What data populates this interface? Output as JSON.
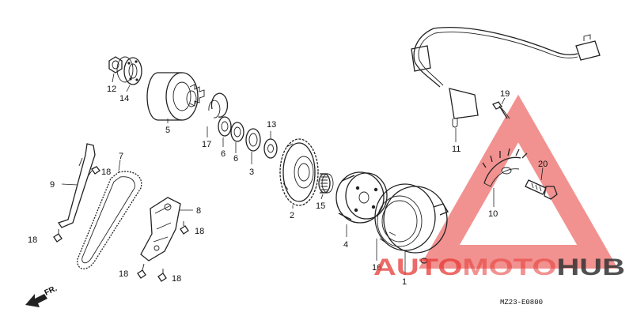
{
  "diagram": {
    "callouts": [
      {
        "id": "12",
        "text": "12"
      },
      {
        "id": "14",
        "text": "14"
      },
      {
        "id": "5",
        "text": "5"
      },
      {
        "id": "17",
        "text": "17"
      },
      {
        "id": "6a",
        "text": "6"
      },
      {
        "id": "6b",
        "text": "6"
      },
      {
        "id": "13",
        "text": "13"
      },
      {
        "id": "3",
        "text": "3"
      },
      {
        "id": "7",
        "text": "7"
      },
      {
        "id": "9",
        "text": "9"
      },
      {
        "id": "18a",
        "text": "18"
      },
      {
        "id": "18b",
        "text": "18"
      },
      {
        "id": "18c",
        "text": "18"
      },
      {
        "id": "18d",
        "text": "18"
      },
      {
        "id": "18e",
        "text": "18"
      },
      {
        "id": "8",
        "text": "8"
      },
      {
        "id": "2",
        "text": "2"
      },
      {
        "id": "15",
        "text": "15"
      },
      {
        "id": "4",
        "text": "4"
      },
      {
        "id": "16",
        "text": "16"
      },
      {
        "id": "1",
        "text": "1"
      },
      {
        "id": "11",
        "text": "11"
      },
      {
        "id": "19",
        "text": "19"
      },
      {
        "id": "20",
        "text": "20"
      },
      {
        "id": "10",
        "text": "10"
      }
    ],
    "front_arrow_label": "FR.",
    "drawing_code": "MZ23-E0800"
  },
  "watermark": {
    "part1": "AUTO",
    "part2": "MOTO",
    "part3": "HUB",
    "colors": {
      "primary": "#e53935",
      "dark": "#333333"
    }
  }
}
